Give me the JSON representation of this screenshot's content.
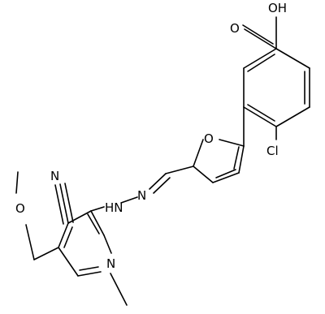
{
  "molecule": {
    "atoms": {
      "oh": "OH",
      "o_carbonyl": "O",
      "o_furan": "O",
      "cl": "Cl",
      "n_hydrazone": "N",
      "nh": "HN",
      "n_nitrile": "N",
      "o_ether": "O",
      "n_pyridine": "N"
    }
  }
}
